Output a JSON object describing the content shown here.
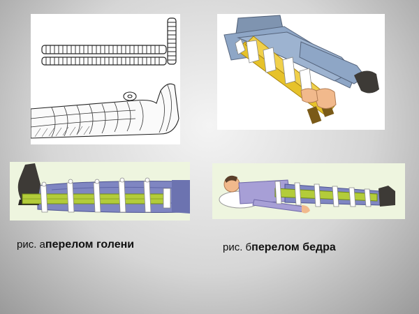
{
  "captions": {
    "a": {
      "prefix": "рис. а",
      "title": "перелом голени"
    },
    "b": {
      "prefix": "рис. б",
      "title": "перелом бедра"
    }
  },
  "figures": [
    {
      "id": "splint-wire-and-bandaged-shin",
      "style": "line-drawing"
    },
    {
      "id": "leg-splinted-with-wooden-boards",
      "style": "color-illustration"
    },
    {
      "id": "lower-leg-splinted-side-view",
      "style": "color-illustration"
    },
    {
      "id": "whole-leg-splinted-lying-patient",
      "style": "color-illustration"
    }
  ],
  "colors": {
    "jeans": "#8ea6c6",
    "trousers": "#7f86c2",
    "board": "#e6c22a",
    "green_board": "#b3cc3a",
    "bandage": "#ffffff",
    "skin": "#f1b98c",
    "shoe": "#3d3a36"
  }
}
